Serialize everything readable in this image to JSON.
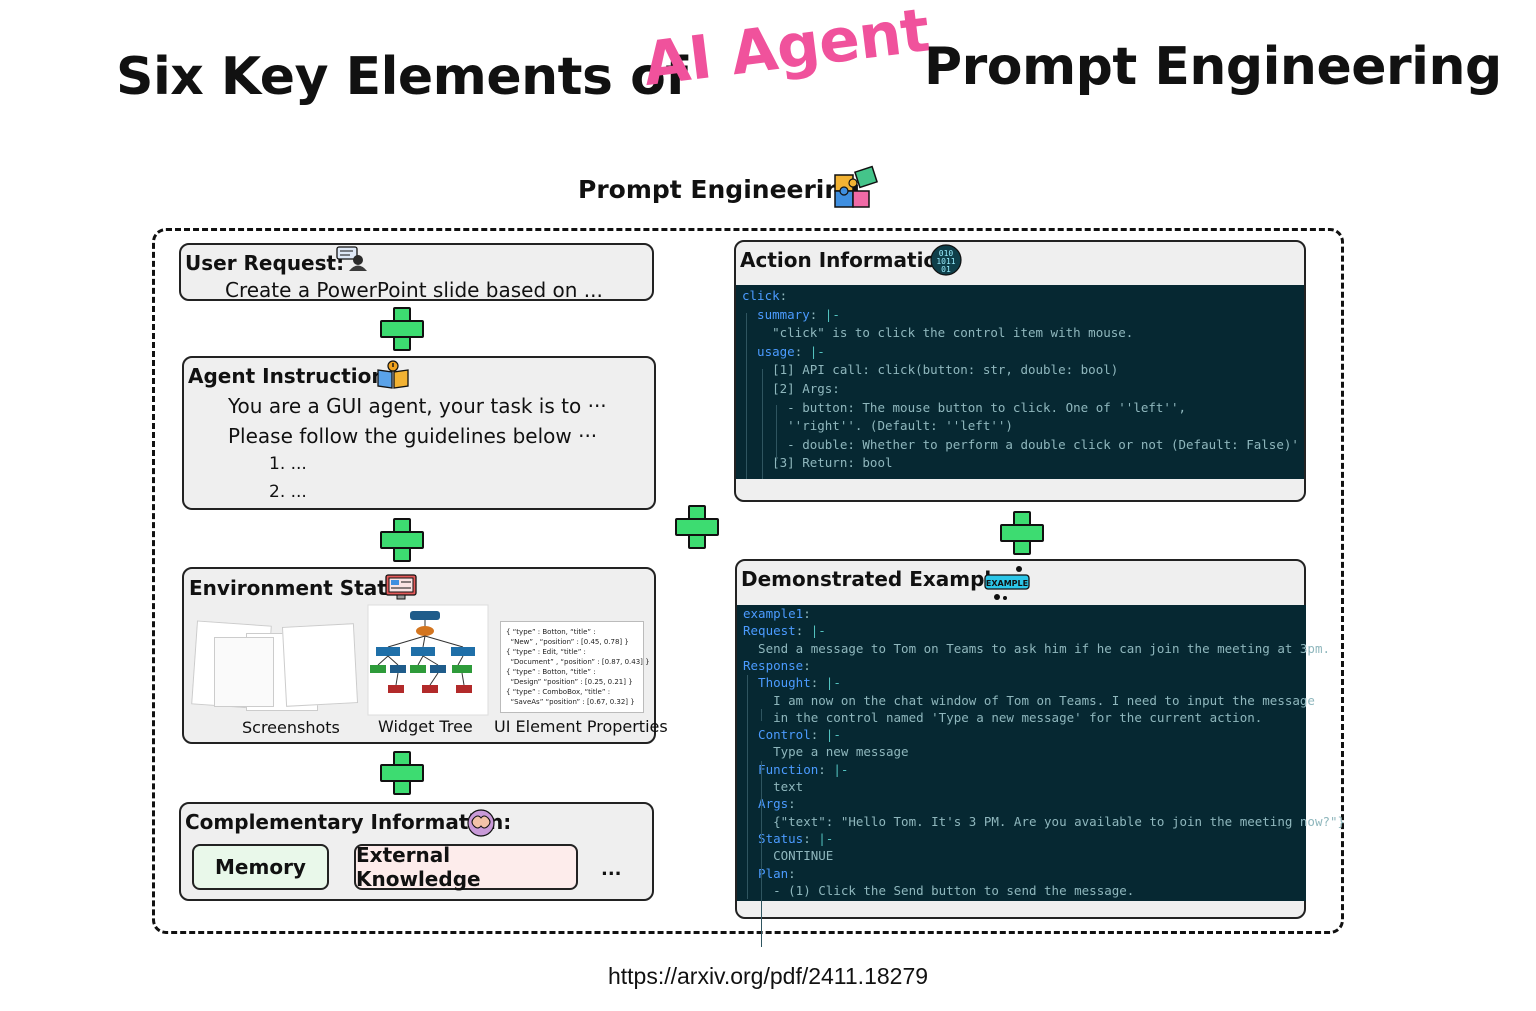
{
  "title": {
    "part1": "Six Key Elements of",
    "accent": "AI Agent",
    "part2": "Prompt Engineering"
  },
  "prompt_engineering": {
    "label": "Prompt Engineering",
    "icon": "puzzle-icon"
  },
  "user_request": {
    "title": "User Request:",
    "text": "Create a PowerPoint slide based on ...",
    "icon": "user-avatar-icon"
  },
  "agent_instruction": {
    "title": "Agent Instruction:",
    "lines": [
      "You are a GUI agent, your task is to ···",
      "Please follow the guidelines below ···",
      "1. ...",
      "2. ..."
    ],
    "icon": "instruction-book-icon"
  },
  "environment_state": {
    "title": "Environment State:",
    "captions": [
      "Screenshots",
      "Widget Tree",
      "UI Element Properties"
    ],
    "properties_lines": [
      "{ “type” : Botton, “title” :",
      "  “New” , “position” : [0.45, 0.78] }",
      "{ “type” : Edit, “title” :",
      "  “Document” , “position” : [0.87, 0.43] }",
      "{ “type” : Botton, “title” :",
      "  “Design” “position” : [0.25, 0.21] }",
      "{ “type” : ComboBox, “title” :",
      "  “SaveAs” “position” : [0.67, 0.32] }"
    ],
    "icon": "monitor-icon"
  },
  "complementary": {
    "title": "Complementary Information:",
    "chips": [
      "Memory",
      "External Knowledge"
    ],
    "ellipsis": "...",
    "icon": "brain-icon",
    "colors": {
      "memory_bg": "#e9f8ea",
      "knowledge_bg": "#fdeceb"
    }
  },
  "action_information": {
    "title": "Action Information:",
    "icon": "binary-code-icon",
    "code": [
      [
        {
          "t": "click",
          "c": "k"
        },
        {
          "t": ":",
          "c": ""
        }
      ],
      [
        {
          "t": "  summary",
          "c": "k"
        },
        {
          "t": ": ",
          "c": ""
        },
        {
          "t": "|-",
          "c": "s"
        }
      ],
      [
        {
          "t": "    \"click\" is to click the control item with mouse.",
          "c": ""
        }
      ],
      [
        {
          "t": "  usage",
          "c": "k"
        },
        {
          "t": ": ",
          "c": ""
        },
        {
          "t": "|-",
          "c": "s"
        }
      ],
      [
        {
          "t": "    [1] API call: click(button: str, double: bool)",
          "c": ""
        }
      ],
      [
        {
          "t": "    [2] Args:",
          "c": ""
        }
      ],
      [
        {
          "t": "      - button: The mouse button to click. One of ''left'',",
          "c": ""
        }
      ],
      [
        {
          "t": "      ''right''. (Default: ''left'')",
          "c": ""
        }
      ],
      [
        {
          "t": "      - double: Whether to perform a double click or not (Default: False)'",
          "c": ""
        }
      ],
      [
        {
          "t": "    [3] Return: bool",
          "c": ""
        }
      ]
    ]
  },
  "demonstrated_examples": {
    "title": "Demonstrated Examples:",
    "icon": "example-badge-icon",
    "icon_label": "EXAMPLE",
    "code": [
      [
        {
          "t": "example1",
          "c": "k"
        },
        {
          "t": ":",
          "c": ""
        }
      ],
      [
        {
          "t": "Request",
          "c": "k"
        },
        {
          "t": ": ",
          "c": ""
        },
        {
          "t": "|-",
          "c": "s"
        }
      ],
      [
        {
          "t": "  Send a message to Tom on Teams to ask him if he can join the meeting at 3pm.",
          "c": ""
        }
      ],
      [
        {
          "t": "Response",
          "c": "k"
        },
        {
          "t": ":",
          "c": ""
        }
      ],
      [
        {
          "t": "  Thought",
          "c": "k"
        },
        {
          "t": ": ",
          "c": ""
        },
        {
          "t": "|-",
          "c": "s"
        }
      ],
      [
        {
          "t": "    I am now on the chat window of Tom on Teams. I need to input the message",
          "c": ""
        }
      ],
      [
        {
          "t": "    in the control named 'Type a new message' for the current action.",
          "c": ""
        }
      ],
      [
        {
          "t": "  Control",
          "c": "k"
        },
        {
          "t": ": ",
          "c": ""
        },
        {
          "t": "|-",
          "c": "s"
        }
      ],
      [
        {
          "t": "    Type a new message",
          "c": ""
        }
      ],
      [
        {
          "t": "  Function",
          "c": "k"
        },
        {
          "t": ": ",
          "c": ""
        },
        {
          "t": "|-",
          "c": "s"
        }
      ],
      [
        {
          "t": "    text",
          "c": ""
        }
      ],
      [
        {
          "t": "  Args",
          "c": "k"
        },
        {
          "t": ":",
          "c": ""
        }
      ],
      [
        {
          "t": "    {\"text\": \"Hello Tom. It's 3 PM. Are you available to join the meeting now?\"}",
          "c": ""
        }
      ],
      [
        {
          "t": "  Status",
          "c": "k"
        },
        {
          "t": ": ",
          "c": ""
        },
        {
          "t": "|-",
          "c": "s"
        }
      ],
      [
        {
          "t": "    CONTINUE",
          "c": ""
        }
      ],
      [
        {
          "t": "  Plan",
          "c": "k"
        },
        {
          "t": ":",
          "c": ""
        }
      ],
      [
        {
          "t": "    - (1) Click the Send button to send the message.",
          "c": ""
        }
      ]
    ]
  },
  "footer": {
    "url": "https://arxiv.org/pdf/2411.18279"
  },
  "colors": {
    "accent": "#f0529c",
    "plus": "#3ddc71",
    "code_bg": "#062832",
    "box_bg": "#efefef"
  }
}
